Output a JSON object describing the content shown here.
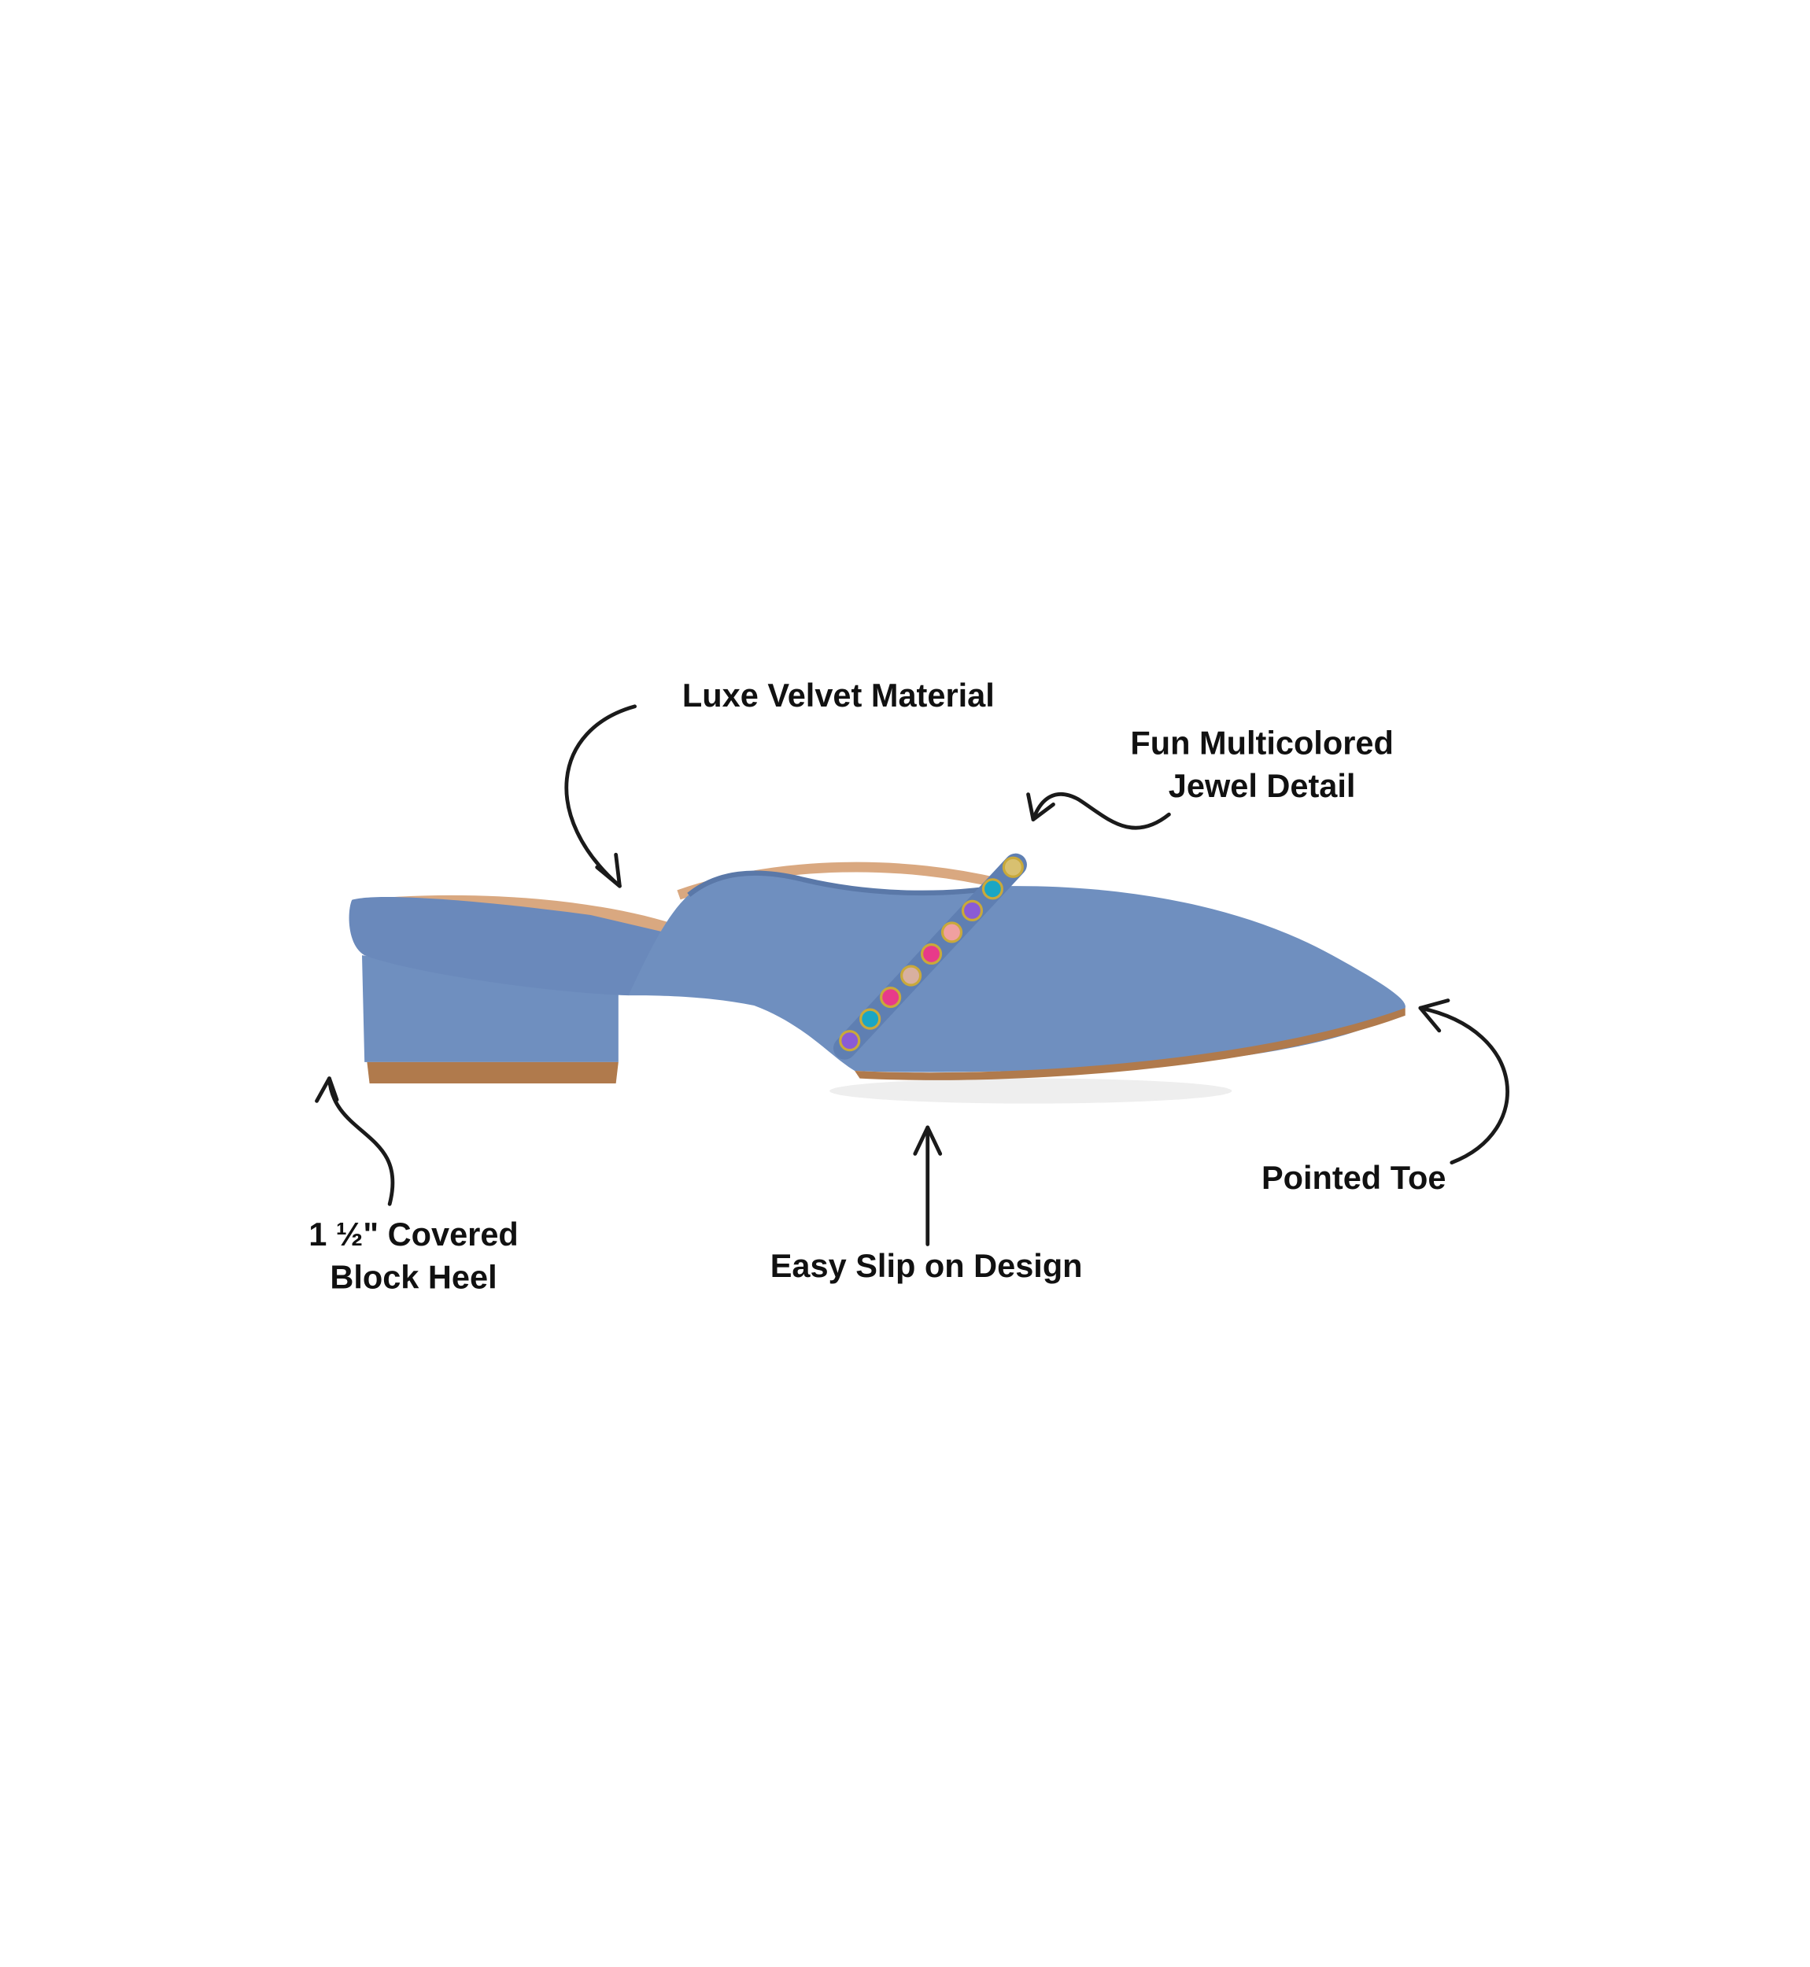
{
  "labels": {
    "velvet": "Luxe Velvet Material",
    "jewel_line1": "Fun Multicolored",
    "jewel_line2": "Jewel Detail",
    "toe": "Pointed Toe",
    "slip_on": "Easy Slip on Design",
    "heel_line1": "1 ½\" Covered",
    "heel_line2": "Block Heel"
  },
  "colors": {
    "velvet": "#6f8fbf",
    "velvet_dark": "#5a78a8",
    "sole": "#b07a4c",
    "insole": "#d9a880",
    "jewels": [
      "#8a5bd6",
      "#1aa6c4",
      "#e83a8a",
      "#d8b0a0",
      "#e83a8a",
      "#f0a0a0",
      "#8a5bd6",
      "#1aa6c4",
      "#d8c070"
    ]
  }
}
